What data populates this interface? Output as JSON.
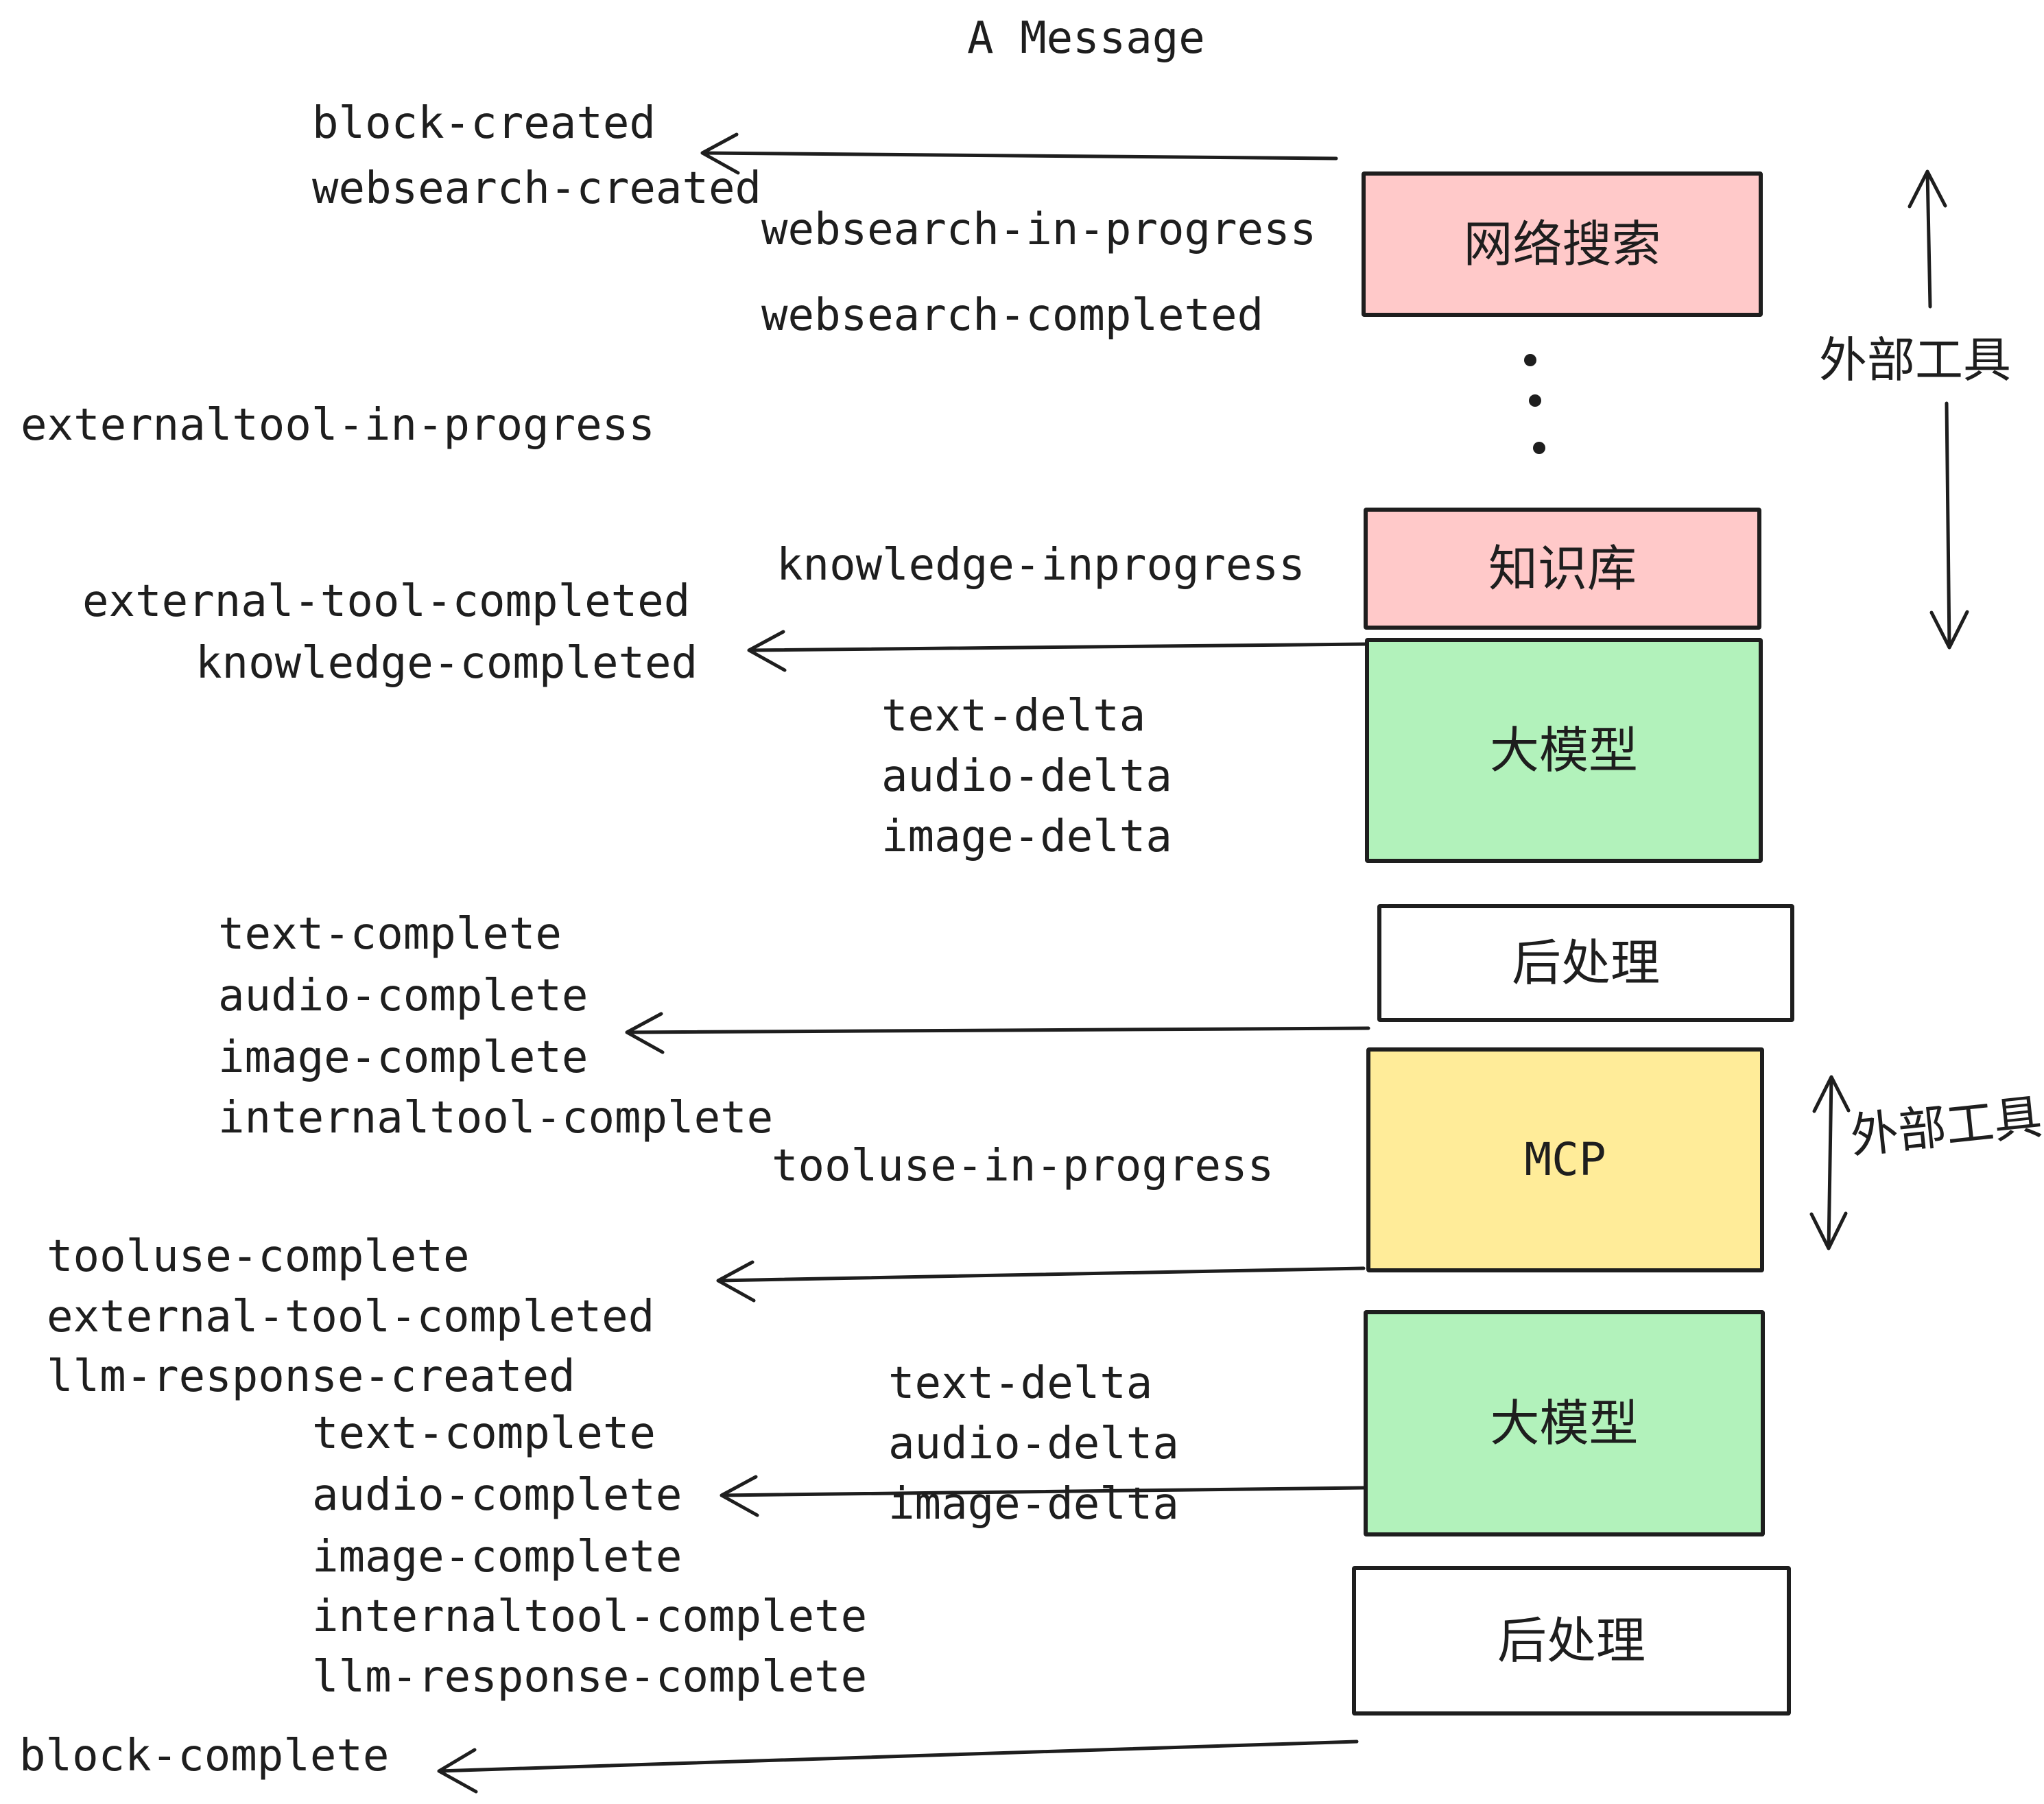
{
  "title": "A Message",
  "colors": {
    "stroke": "#1e1e1e",
    "pink": "#ffc9c9",
    "green": "#b2f2bb",
    "yellow": "#ffec99",
    "white": "#ffffff"
  },
  "boxes": [
    {
      "label": "网络搜索",
      "color": "#ffc9c9"
    },
    {
      "label": "知识库",
      "color": "#ffc9c9"
    },
    {
      "label": "大模型",
      "color": "#b2f2bb"
    },
    {
      "label": "后处理",
      "color": "#ffffff"
    },
    {
      "label": "MCP",
      "color": "#ffec99"
    },
    {
      "label": "大模型",
      "color": "#b2f2bb"
    },
    {
      "label": "后处理",
      "color": "#ffffff"
    }
  ],
  "annotations": {
    "external_tools_top": "外部工具",
    "external_tools_mid": "外部工具"
  },
  "events": {
    "block_created": "block-created",
    "websearch_created": "websearch-created",
    "websearch_in_progress": "websearch-in-progress",
    "websearch_completed": "websearch-completed",
    "externaltool_in_progress": "externaltool-in-progress",
    "knowledge_inprogress": "knowledge-inprogress",
    "external_tool_completed_1": "external-tool-completed",
    "knowledge_completed": "knowledge-completed",
    "text_delta_1": "text-delta",
    "audio_delta_1": "audio-delta",
    "image_delta_1": "image-delta",
    "text_complete_1": "text-complete",
    "audio_complete_1": "audio-complete",
    "image_complete_1": "image-complete",
    "internaltool_complete_1": "internaltool-complete",
    "tooluse_in_progress": "tooluse-in-progress",
    "tooluse_complete": "tooluse-complete",
    "external_tool_completed_2": "external-tool-completed",
    "llm_response_created": "llm-response-created",
    "text_delta_2": "text-delta",
    "audio_delta_2": "audio-delta",
    "image_delta_2": "image-delta",
    "text_complete_2": "text-complete",
    "audio_complete_2": "audio-complete",
    "image_complete_2": "image-complete",
    "internaltool_complete_2": "internaltool-complete",
    "llm_response_complete": "llm-response-complete",
    "block_complete": "block-complete"
  }
}
